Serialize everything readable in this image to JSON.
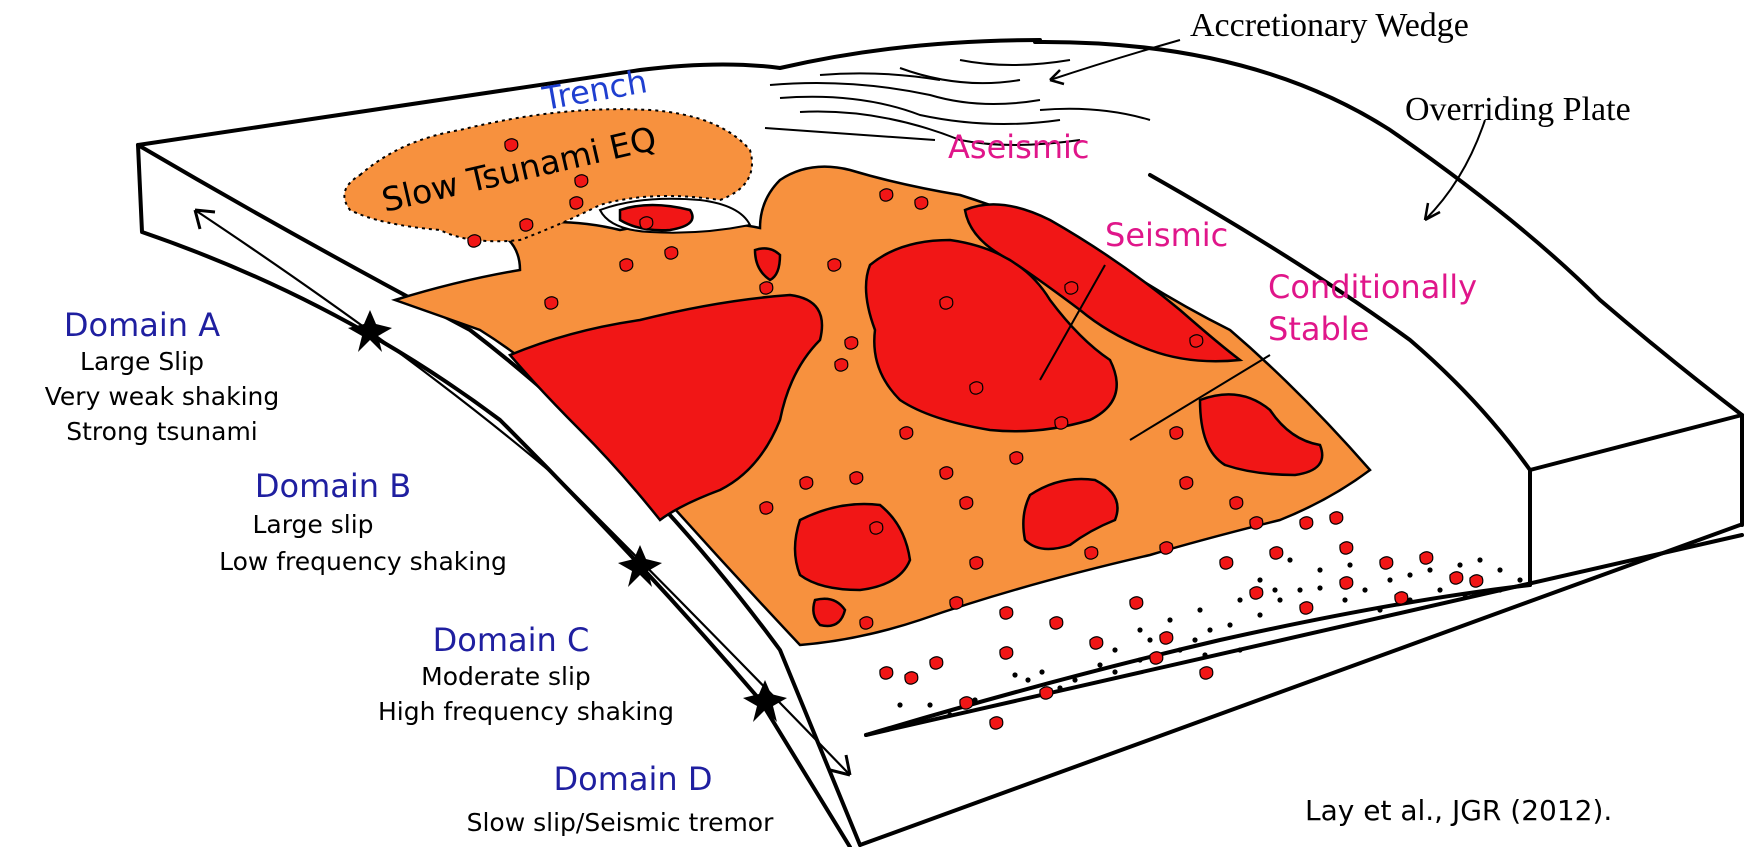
{
  "labels": {
    "accretionary_wedge": "Accretionary Wedge",
    "overriding_plate": "Overriding Plate",
    "trench": "Trench",
    "slow_tsunami_eq": "Slow Tsunami EQ",
    "aseismic": "Aseismic",
    "seismic": "Seismic",
    "conditionally_stable_line1": "Conditionally",
    "conditionally_stable_line2": "Stable"
  },
  "domains": [
    {
      "title": "Domain A",
      "lines": [
        "Large Slip",
        "Very weak shaking",
        "Strong tsunami"
      ]
    },
    {
      "title": "Domain B",
      "lines": [
        "Large slip",
        "Low frequency shaking"
      ]
    },
    {
      "title": "Domain C",
      "lines": [
        "Moderate slip",
        "High frequency shaking"
      ]
    },
    {
      "title": "Domain D",
      "lines": [
        "Slow slip/Seismic tremor"
      ]
    }
  ],
  "citation": "Lay et al., JGR (2012).",
  "colors": {
    "domain_title": "#1f1fa0",
    "magenta_label": "#e0168a",
    "trench_label": "#1f3fd0",
    "orange_zone": "#f7913e",
    "red_patch": "#f11616",
    "outline": "#000000"
  }
}
